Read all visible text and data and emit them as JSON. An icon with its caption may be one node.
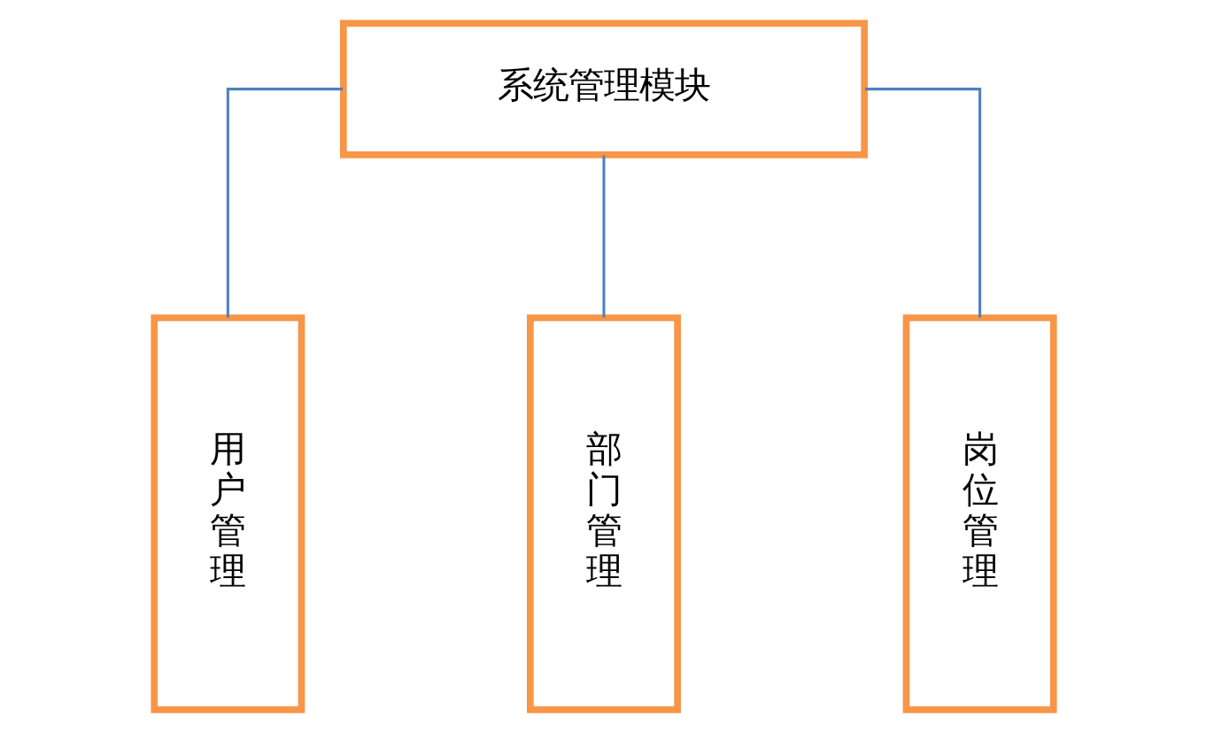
{
  "diagram": {
    "nodes": [
      {
        "text": [
          "系统管理模块"
        ]
      },
      {
        "text": [
          "用户管理"
        ]
      },
      {
        "text": [
          "部门管理"
        ]
      },
      {
        "text": [
          "岗位管理"
        ]
      }
    ],
    "edges": [
      {
        "from": 0,
        "to": 1,
        "arrow": "none"
      },
      {
        "from": 0,
        "to": 2,
        "arrow": "none"
      },
      {
        "from": 0,
        "to": 3,
        "arrow": "none"
      }
    ]
  }
}
